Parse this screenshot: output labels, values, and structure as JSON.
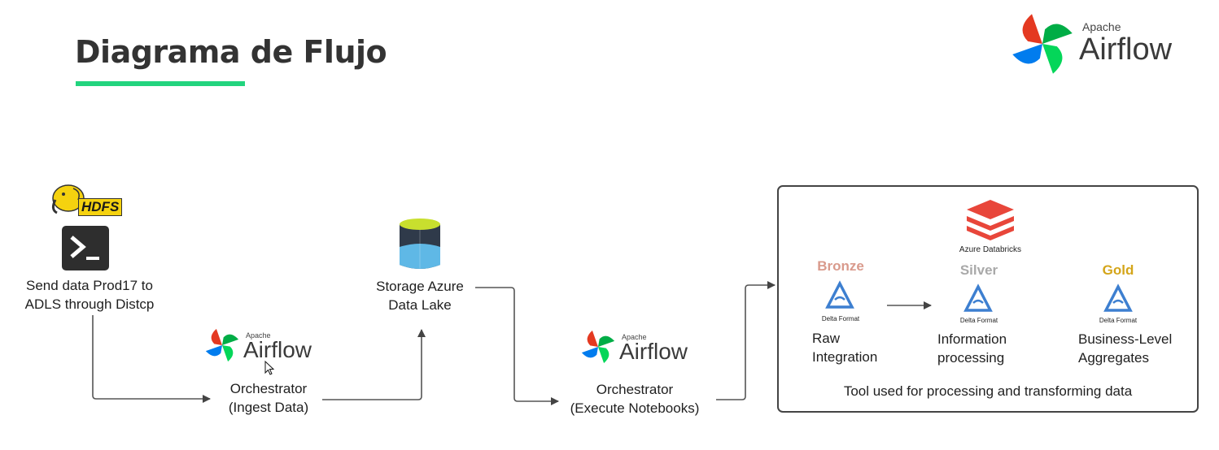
{
  "title": "Diagrama de Flujo",
  "brand_logo": {
    "apache": "Apache",
    "name": "Airflow"
  },
  "nodes": {
    "hdfs": {
      "badge": "HDFS",
      "label_line1": "Send data Prod17 to",
      "label_line2": "ADLS through Distcp"
    },
    "orchestrator_ingest": {
      "apache": "Apache",
      "name": "Airflow",
      "label_line1": "Orchestrator",
      "label_line2": "(Ingest Data)"
    },
    "storage": {
      "label_line1": "Storage Azure",
      "label_line2": "Data Lake"
    },
    "orchestrator_exec": {
      "apache": "Apache",
      "name": "Airflow",
      "label_line1": "Orchestrator",
      "label_line2": "(Execute Notebooks)"
    }
  },
  "databricks_box": {
    "logo_caption": "Azure Databricks",
    "tiers": [
      {
        "name": "Bronze",
        "format": "Delta Format",
        "desc_line1": "Raw",
        "desc_line2": "Integration"
      },
      {
        "name": "Silver",
        "format": "Delta Format",
        "desc_line1": "Information",
        "desc_line2": "processing"
      },
      {
        "name": "Gold",
        "format": "Delta Format",
        "desc_line1": "Business-Level",
        "desc_line2": "Aggregates"
      }
    ],
    "caption": "Tool used for processing and transforming data"
  },
  "colors": {
    "accent_underline": "#22d47e",
    "bronze": "#d99a8c",
    "silver": "#a9a9a9",
    "gold": "#d4a51a",
    "delta": "#3d7fd0",
    "databricks": "#e8463a"
  }
}
